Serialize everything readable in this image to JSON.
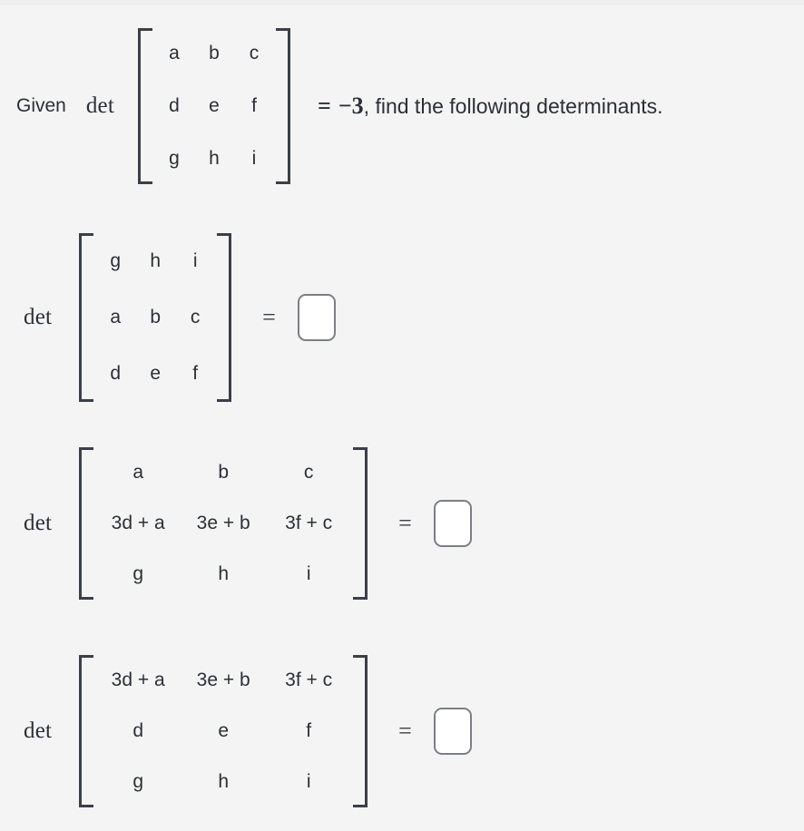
{
  "background_color": "#f4f4f4",
  "prompt": {
    "lead": "Given",
    "det_label": "det",
    "matrix": [
      [
        "a",
        "b",
        "c"
      ],
      [
        "d",
        "e",
        "f"
      ],
      [
        "g",
        "h",
        "i"
      ]
    ],
    "equals": "=",
    "value": "−3",
    "tail": ", find the following determinants."
  },
  "problems": [
    {
      "det_label": "det",
      "matrix": [
        [
          "g",
          "h",
          "i"
        ],
        [
          "a",
          "b",
          "c"
        ],
        [
          "d",
          "e",
          "f"
        ]
      ],
      "equals": "=",
      "answer": "",
      "answer_placeholder": ""
    },
    {
      "det_label": "det",
      "matrix": [
        [
          "a",
          "b",
          "c"
        ],
        [
          "3d + a",
          "3e + b",
          "3f + c"
        ],
        [
          "g",
          "h",
          "i"
        ]
      ],
      "equals": "=",
      "answer": "",
      "answer_placeholder": ""
    },
    {
      "det_label": "det",
      "matrix": [
        [
          "3d + a",
          "3e + b",
          "3f + c"
        ],
        [
          "d",
          "e",
          "f"
        ],
        [
          "g",
          "h",
          "i"
        ]
      ],
      "equals": "=",
      "answer": "",
      "answer_placeholder": ""
    }
  ],
  "colors": {
    "text": "#2b2f36",
    "bracket": "#3a3f48",
    "box_border": "#7c7f85",
    "box_fill": "#ffffff"
  }
}
